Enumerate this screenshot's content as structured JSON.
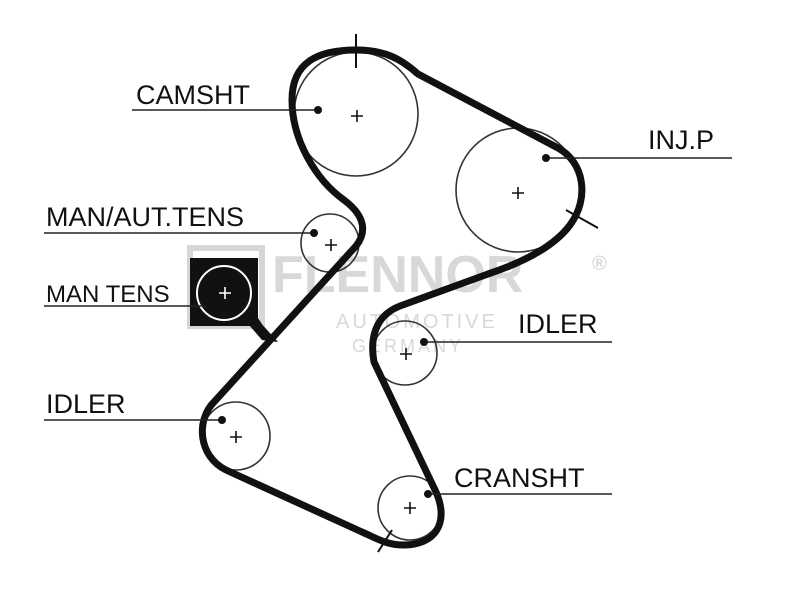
{
  "labels": {
    "camsht": "CAMSHT",
    "inj_p": "INJ.P",
    "man_aut_tens": "MAN/AUT.TENS",
    "man_tens": "MAN TENS",
    "idler_right": "IDLER",
    "idler_left": "IDLER",
    "cranshaft": "CRANSHT"
  },
  "watermark": {
    "brand": "FLENNOR",
    "registered": "®",
    "line1": "AUTOMOTIVE",
    "line2": "GERMANY",
    "color": "#c8c8c8"
  },
  "colors": {
    "belt": "#111111",
    "line": "#222222",
    "pulley": "#333333",
    "background": "#ffffff"
  }
}
